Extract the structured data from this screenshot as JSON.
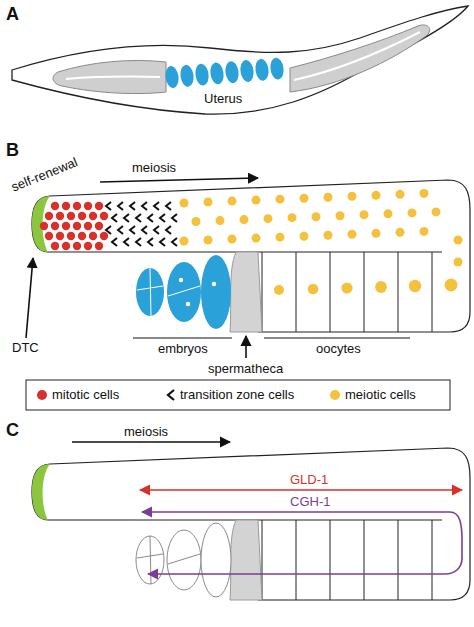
{
  "diagram": {
    "labels": [
      "A",
      "Uterus",
      "B",
      "self-renewal",
      "meiosis",
      "DTC",
      "embryos",
      "oocytes",
      "spermatheca",
      "C",
      "meiosis",
      "GLD-1",
      "CGH-1"
    ],
    "legend": [
      {
        "text": "mitotic cells",
        "color": "#d8312b"
      },
      {
        "text": "transition zone cells"
      },
      {
        "text": "meiotic cells",
        "color": "#f4c13c"
      }
    ]
  }
}
